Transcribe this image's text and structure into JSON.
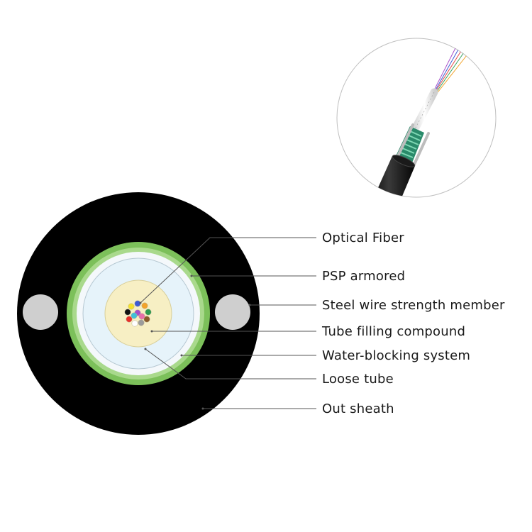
{
  "colors": {
    "sheath": "#000000",
    "psp_armor": "#7cc05a",
    "psp_armor_inner": "#a9d98c",
    "water_blocking": "#f4f8fb",
    "loose_tube": "#e6f3fa",
    "filling_compound": "#f7efc4",
    "steel_wire": "#cfcfcf",
    "leader_line": "#555555"
  },
  "callouts": [
    {
      "id": "optical-fiber",
      "label": "Optical Fiber"
    },
    {
      "id": "psp-armored",
      "label": "PSP armored"
    },
    {
      "id": "steel-wire-strength-member",
      "label": "Steel wire strength member"
    },
    {
      "id": "tube-filling-compound",
      "label": "Tube filling compound"
    },
    {
      "id": "water-blocking-system",
      "label": "Water-blocking system"
    },
    {
      "id": "loose-tube",
      "label": "Loose tube"
    },
    {
      "id": "out-sheath",
      "label": "Out sheath"
    }
  ],
  "fiber_colors": [
    "#3d5bd4",
    "#f2a32b",
    "#2b9a4f",
    "#8b5a2b",
    "#9b9b9b",
    "#ffffff",
    "#e8302b",
    "#111111",
    "#f5e12b",
    "#a64ec9",
    "#e96ea9",
    "#40c0d8"
  ]
}
